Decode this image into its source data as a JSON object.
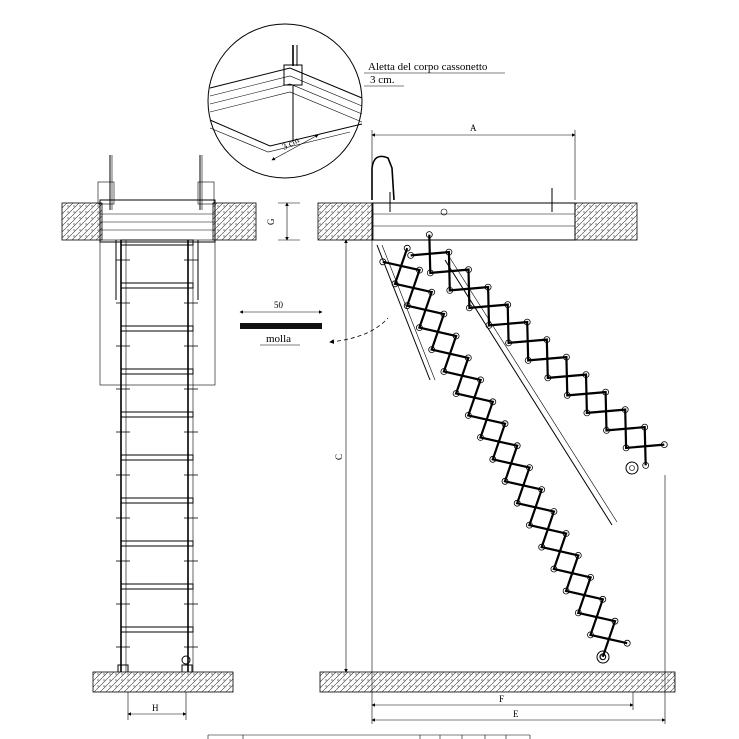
{
  "callout": {
    "line1": "Aletta del corpo cassonetto",
    "line2": "3 cm.",
    "detail_dim": "3 cm"
  },
  "spring": {
    "dim": "50",
    "label": "molla"
  },
  "dimensions": {
    "A": "A",
    "C": "C",
    "E": "E",
    "F": "F",
    "G": "G",
    "H": "H"
  }
}
